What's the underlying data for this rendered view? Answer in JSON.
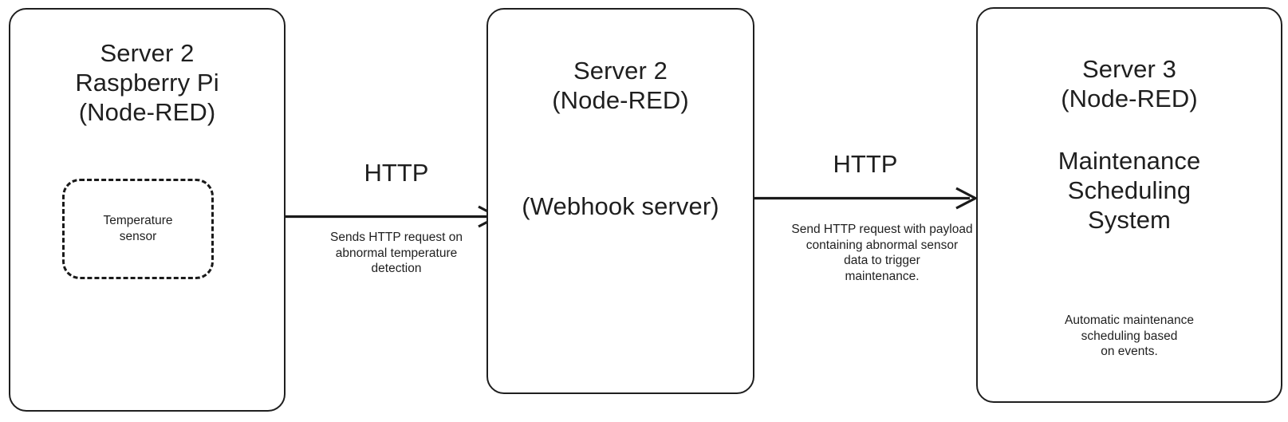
{
  "diagram": {
    "title_text_color": "#1f1f1f",
    "background": "#ffffff",
    "stroke": "#1a1a1a",
    "nodes": [
      {
        "id": "server2-raspberry-pi",
        "title": "Server 2\nRaspberry Pi\n(Node-RED)",
        "inner": {
          "id": "temperature-sensor",
          "label": "Temperature\nsensor",
          "style": "dashed"
        }
      },
      {
        "id": "server2-webhook",
        "title": "Server 2\n(Node-RED)",
        "subtitle": "(Webhook server)"
      },
      {
        "id": "server3-maintenance",
        "title": "Server 3\n(Node-RED)",
        "subtitle": "Maintenance\nScheduling\nSystem",
        "note": "Automatic maintenance\nscheduling based\non events."
      }
    ],
    "edges": [
      {
        "id": "edge-pi-to-webhook",
        "protocol": "HTTP",
        "description": "Sends HTTP request on\nabnormal temperature\ndetection"
      },
      {
        "id": "edge-webhook-to-maintenance",
        "protocol": "HTTP",
        "description": "Send HTTP request with payload\ncontaining abnormal sensor\ndata to trigger\nmaintenance."
      }
    ]
  }
}
